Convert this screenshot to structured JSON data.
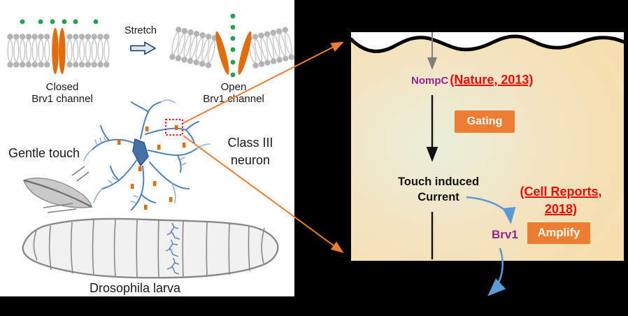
{
  "figure": {
    "left_panel": {
      "stretch_label": "Stretch",
      "closed_channel_label": "Closed\nBrv1 channel",
      "open_channel_label": "Open\nBrv1 channel",
      "gentle_touch_label": "Gentle touch",
      "class_iii_label": "Class III\nneuron",
      "larva_label": "Drosophila larva"
    },
    "pathway_panel": {
      "protein_top": "NompC",
      "citation_top": "(Nature, 2013)",
      "gating_label": "Gating",
      "current_label": "Touch induced\nCurrent",
      "citation_bottom": "(Cell Reports,\n2018)",
      "protein_bottom": "Brv1",
      "amplify_label": "Amplify"
    },
    "colors": {
      "channel_orange": "#E36C0A",
      "chip_orange": "#ED7D31",
      "protein_purple": "#92278F",
      "citation_red": "#FF0000",
      "ion_green": "#21A14B",
      "arrow_blue": "#5B9BD5",
      "neuron_blue": "#4F81BD",
      "neuron_light_blue": "#95B3D7",
      "panel_tan": "#F6E0B4",
      "membrane_gray": "#B4B4B4"
    }
  }
}
